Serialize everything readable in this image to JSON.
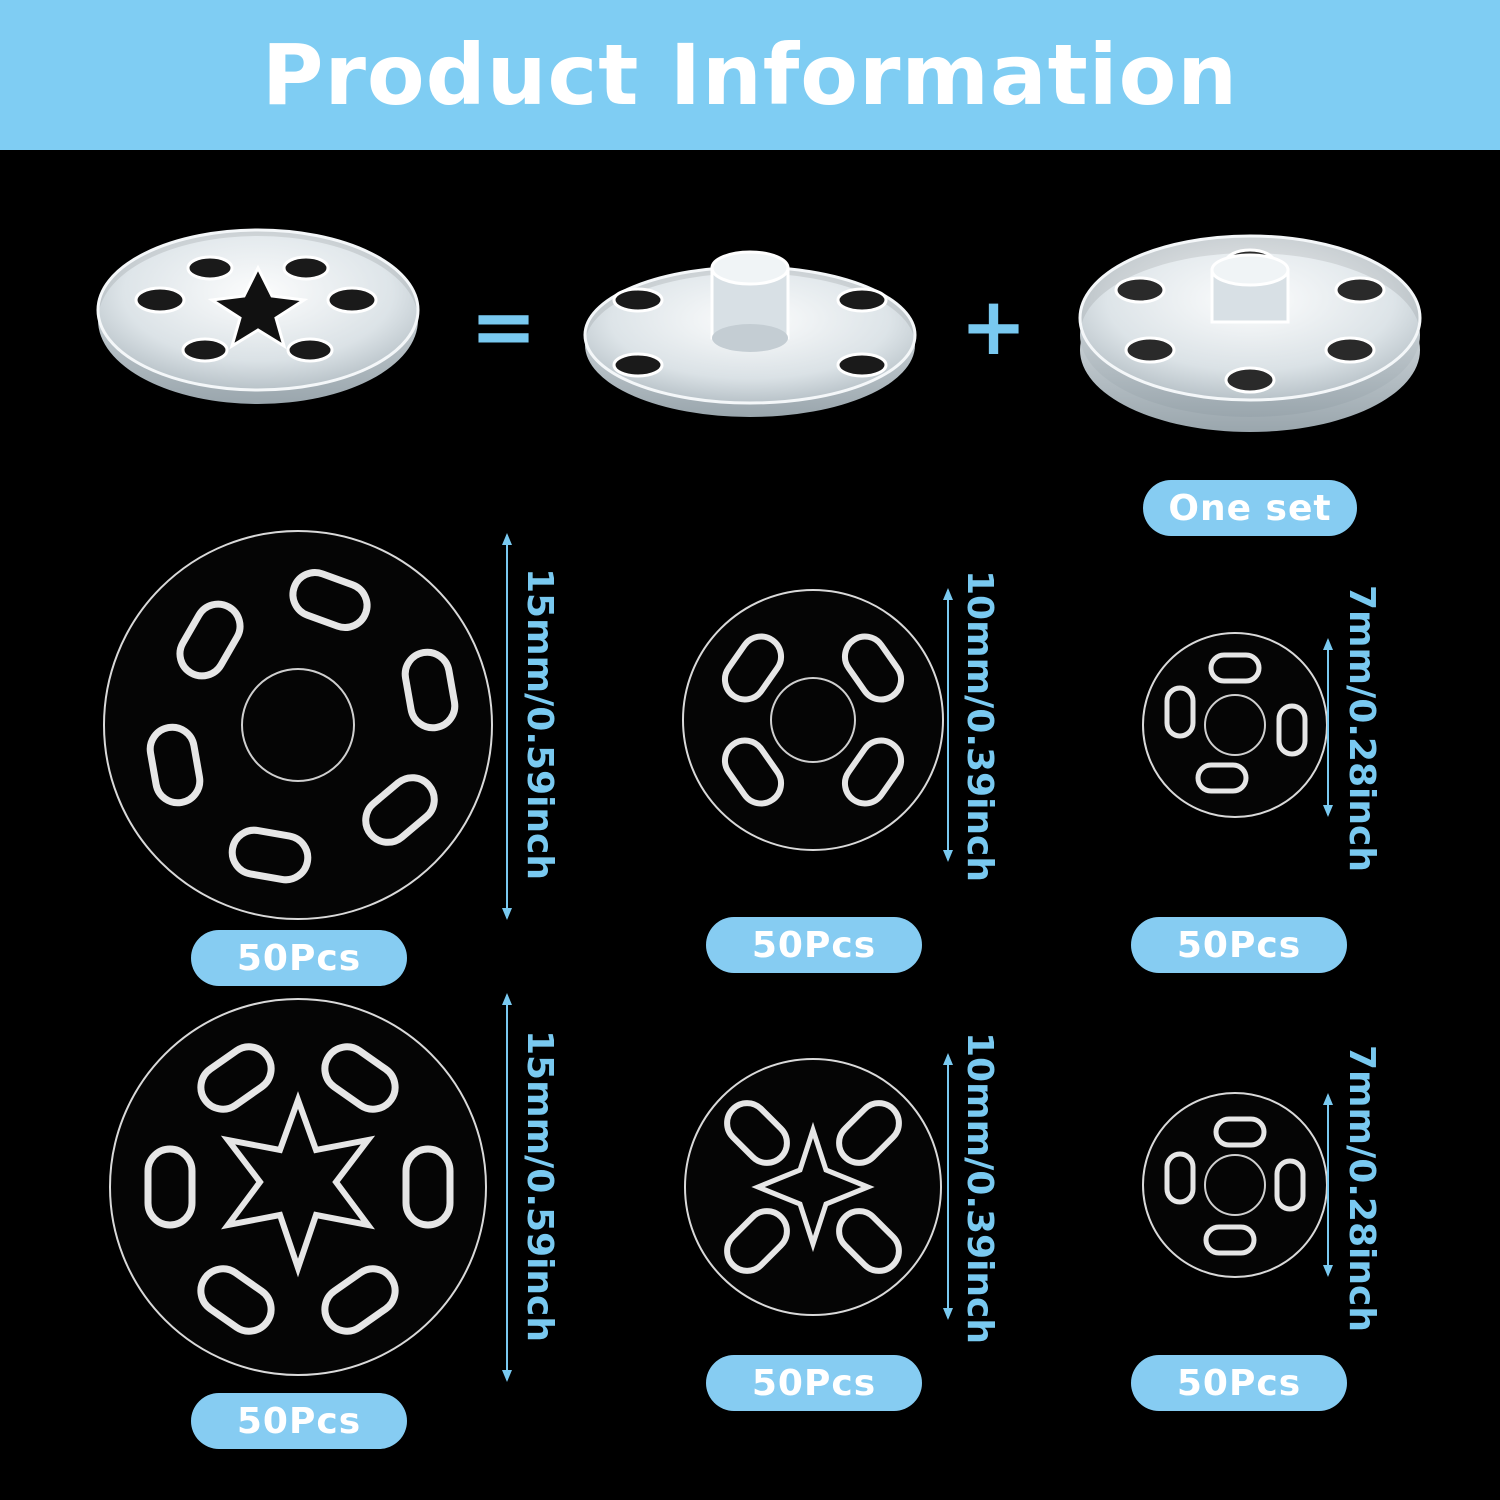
{
  "header": {
    "title": "Product Information"
  },
  "assembly": {
    "equals": "=",
    "plus": "+",
    "set_label": "One set"
  },
  "rows": [
    {
      "items": [
        {
          "size_label": "15mm/0.59inch",
          "qty_label": "50Pcs"
        },
        {
          "size_label": "10mm/0.39inch",
          "qty_label": "50Pcs"
        },
        {
          "size_label": "7mm/0.28inch",
          "qty_label": "50Pcs"
        }
      ]
    },
    {
      "items": [
        {
          "size_label": "15mm/0.59inch",
          "qty_label": "50Pcs"
        },
        {
          "size_label": "10mm/0.39inch",
          "qty_label": "50Pcs"
        },
        {
          "size_label": "7mm/0.28inch",
          "qty_label": "50Pcs"
        }
      ]
    }
  ],
  "colors": {
    "header_bg": "#7fcdf3",
    "accent": "#79c9f0",
    "pill_bg": "#86ccf2",
    "background": "#000000"
  }
}
